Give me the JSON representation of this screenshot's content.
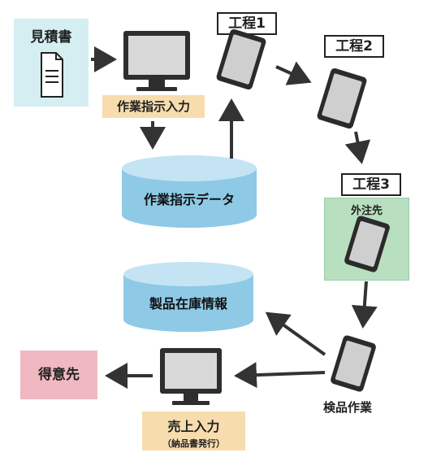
{
  "nodes": {
    "estimate": "見積書",
    "work_order_input": "作業指示入力",
    "work_order_data": "作業指示データ",
    "step1": "工程1",
    "step2": "工程2",
    "step3": "工程3",
    "outsource": "外注先",
    "inventory": "製品在庫情報",
    "inspection": "検品作業",
    "customer": "得意先",
    "sales_input": "売上入力",
    "sales_input_sub": "（納品書発行）"
  },
  "colors": {
    "estimate_bg": "#d4eef2",
    "label_bg": "#f7dcae",
    "cylinder": "#8ecae6",
    "outsource_bg": "#b8dfc0",
    "customer_bg": "#f0b8c0",
    "device": "#333333"
  },
  "icons": [
    "document-icon",
    "monitor-icon",
    "tablet-icon",
    "database-icon",
    "arrow-icon"
  ]
}
